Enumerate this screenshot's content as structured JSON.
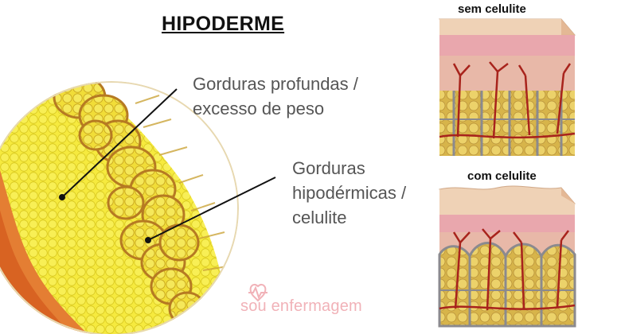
{
  "title": "HIPODERME",
  "labels": {
    "deep_fat": [
      "Gorduras profundas /",
      "excesso de peso"
    ],
    "subcutaneous_fat": [
      "Gorduras",
      "hipodérmicas /",
      "celulite"
    ]
  },
  "captions": {
    "without_cellulite": "sem celulite",
    "with_cellulite": "com celulite"
  },
  "watermark": "sou enfermagem",
  "colors": {
    "fat_yellow": "#f3e43a",
    "fat_border": "#b67a22",
    "skin_pink": "#e9a7ad",
    "dermis": "#e8b8a8",
    "vessel_red": "#a8231c",
    "outer_orange": "#d86322",
    "watermark_pink": "#f1b2b8"
  }
}
